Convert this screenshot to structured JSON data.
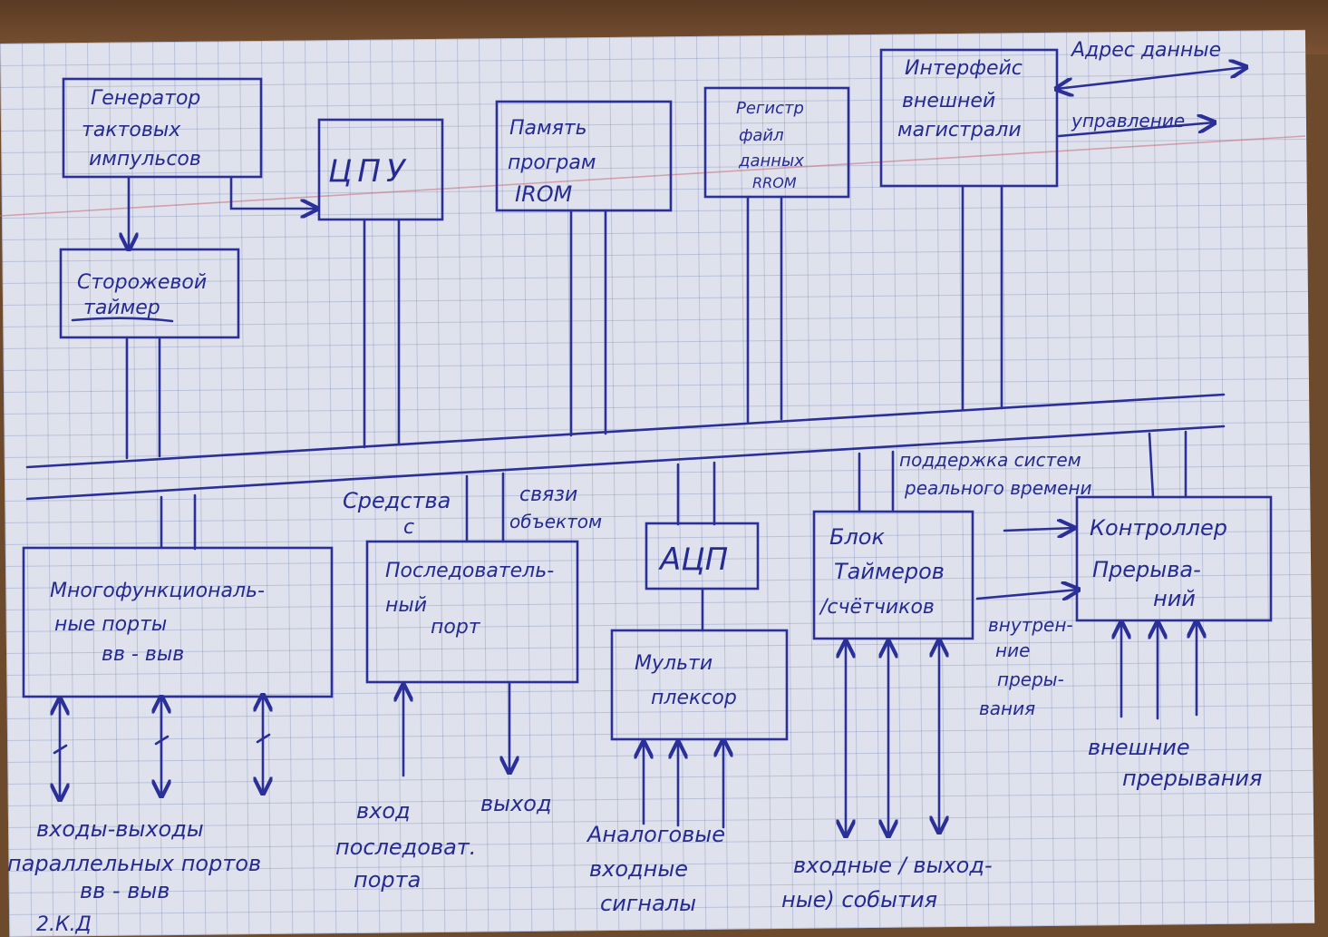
{
  "blocks": {
    "clock_gen": [
      "Генератор",
      "тактовых",
      "импульсов"
    ],
    "cpu": "ЦПУ",
    "prog_mem": [
      "Память",
      "програм",
      "IROM"
    ],
    "reg_file": [
      "Регистр",
      "файл",
      "данных",
      "RROM"
    ],
    "ext_bus": [
      "Интерфейс",
      "внешней",
      "магистрали"
    ],
    "watchdog": [
      "Сторожевой",
      "таймер"
    ],
    "mf_ports": [
      "Многофункциональ-",
      "ные порты",
      "вв - выв"
    ],
    "serial_port": [
      "Последователь-",
      "ный",
      "порт"
    ],
    "adc": "АЦП",
    "mux": [
      "Мульти",
      "плексор"
    ],
    "timers": [
      "Блок",
      "Таймеров",
      "/счётчиков"
    ],
    "int_ctrl": [
      "Контроллер",
      "Прерыва-",
      "ний"
    ]
  },
  "labels": {
    "addr_data": "Адрес данные",
    "control": "управление",
    "comm_tools": [
      "Средства",
      "с"
    ],
    "comm_objects": [
      "связи",
      "объектом"
    ],
    "rt_support": [
      "поддержка систем",
      "реального времени"
    ],
    "internal_ints": [
      "внутрен-",
      "ние",
      "преры-",
      "вания"
    ],
    "external_ints": [
      "внешние",
      "прерывания"
    ],
    "parallel_io": [
      "входы-выходы",
      "параллельных портов",
      "вв - выв"
    ],
    "serial_in": "вход",
    "serial_out": "выход",
    "serial_suffix": [
      "последоват.",
      "порта"
    ],
    "analog_in": [
      "Аналоговые",
      "входные",
      "сигналы"
    ],
    "events": [
      "входные / выход-",
      "ные) события"
    ],
    "corner_note": "2.К.Д"
  }
}
